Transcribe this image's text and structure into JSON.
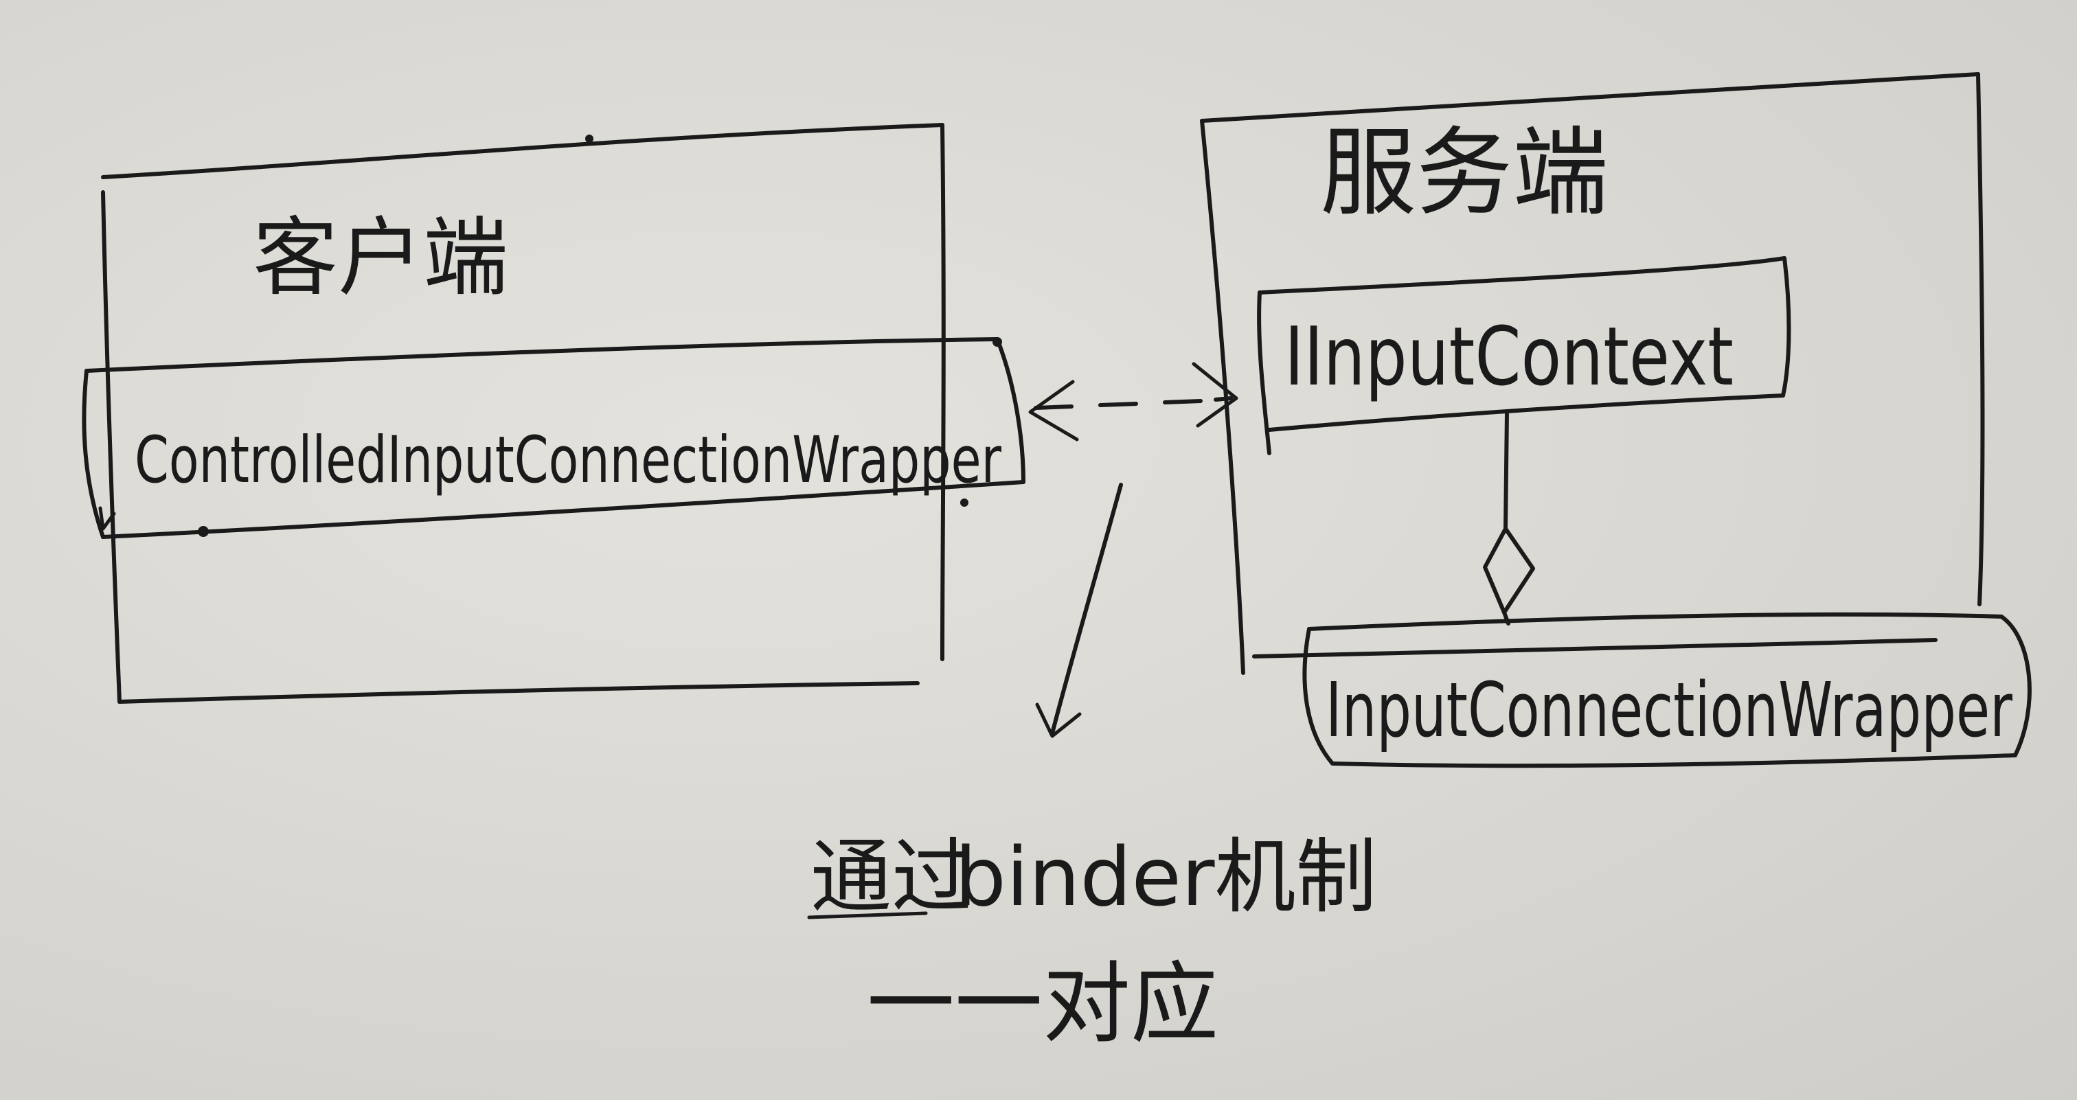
{
  "client": {
    "title": "客户端",
    "wrapper_label": "ControlledInputConnectionWrapper"
  },
  "server": {
    "title": "服务端",
    "context_label": "IInputContext",
    "wrapper_label": "InputConnectionWrapper"
  },
  "annotation": {
    "line1_prefix": "通过",
    "line1_suffix": " binder机制",
    "line2": "一一对应"
  }
}
